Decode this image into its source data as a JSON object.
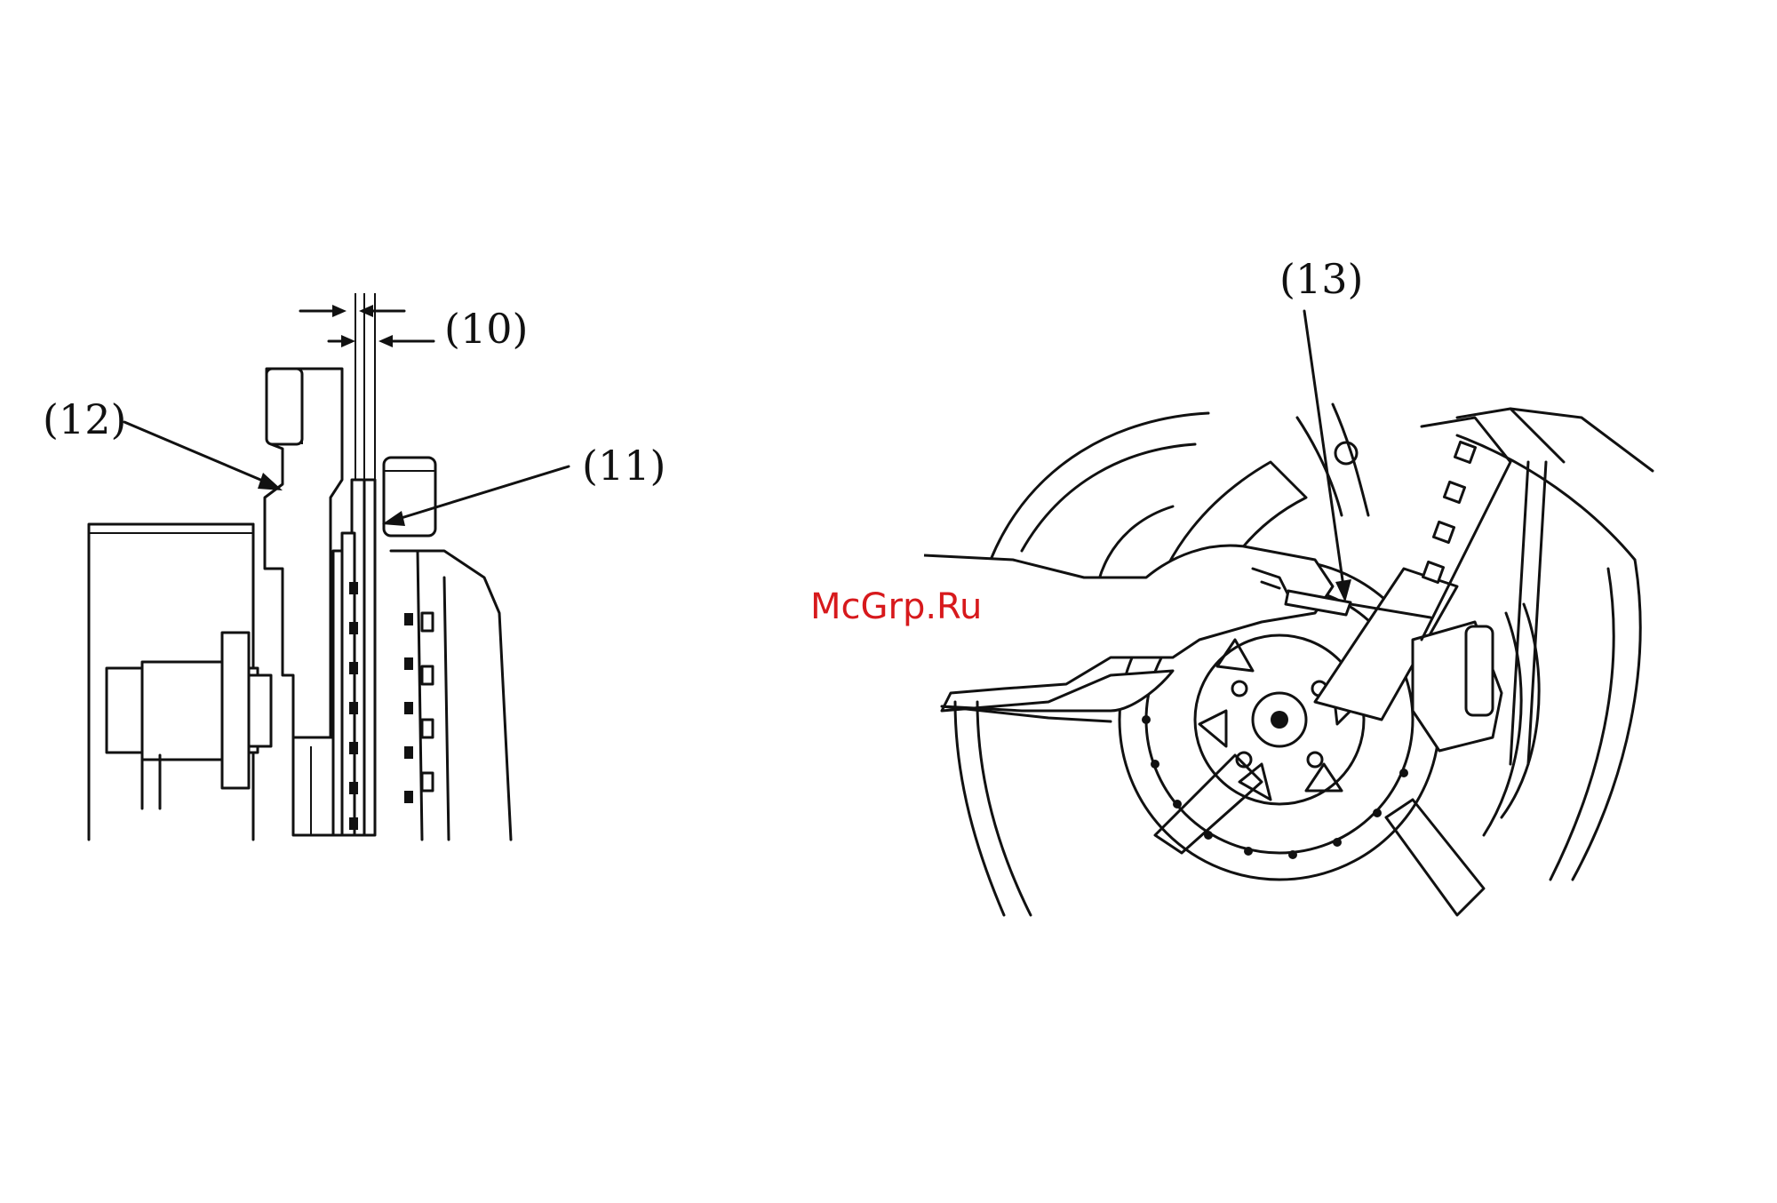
{
  "figure": {
    "left_panel": {
      "callouts": {
        "c10": "(10)",
        "c11": "(11)",
        "c12": "(12)"
      }
    },
    "right_panel": {
      "callouts": {
        "c13": "(13)"
      },
      "watermark": "McGrp.Ru"
    }
  }
}
